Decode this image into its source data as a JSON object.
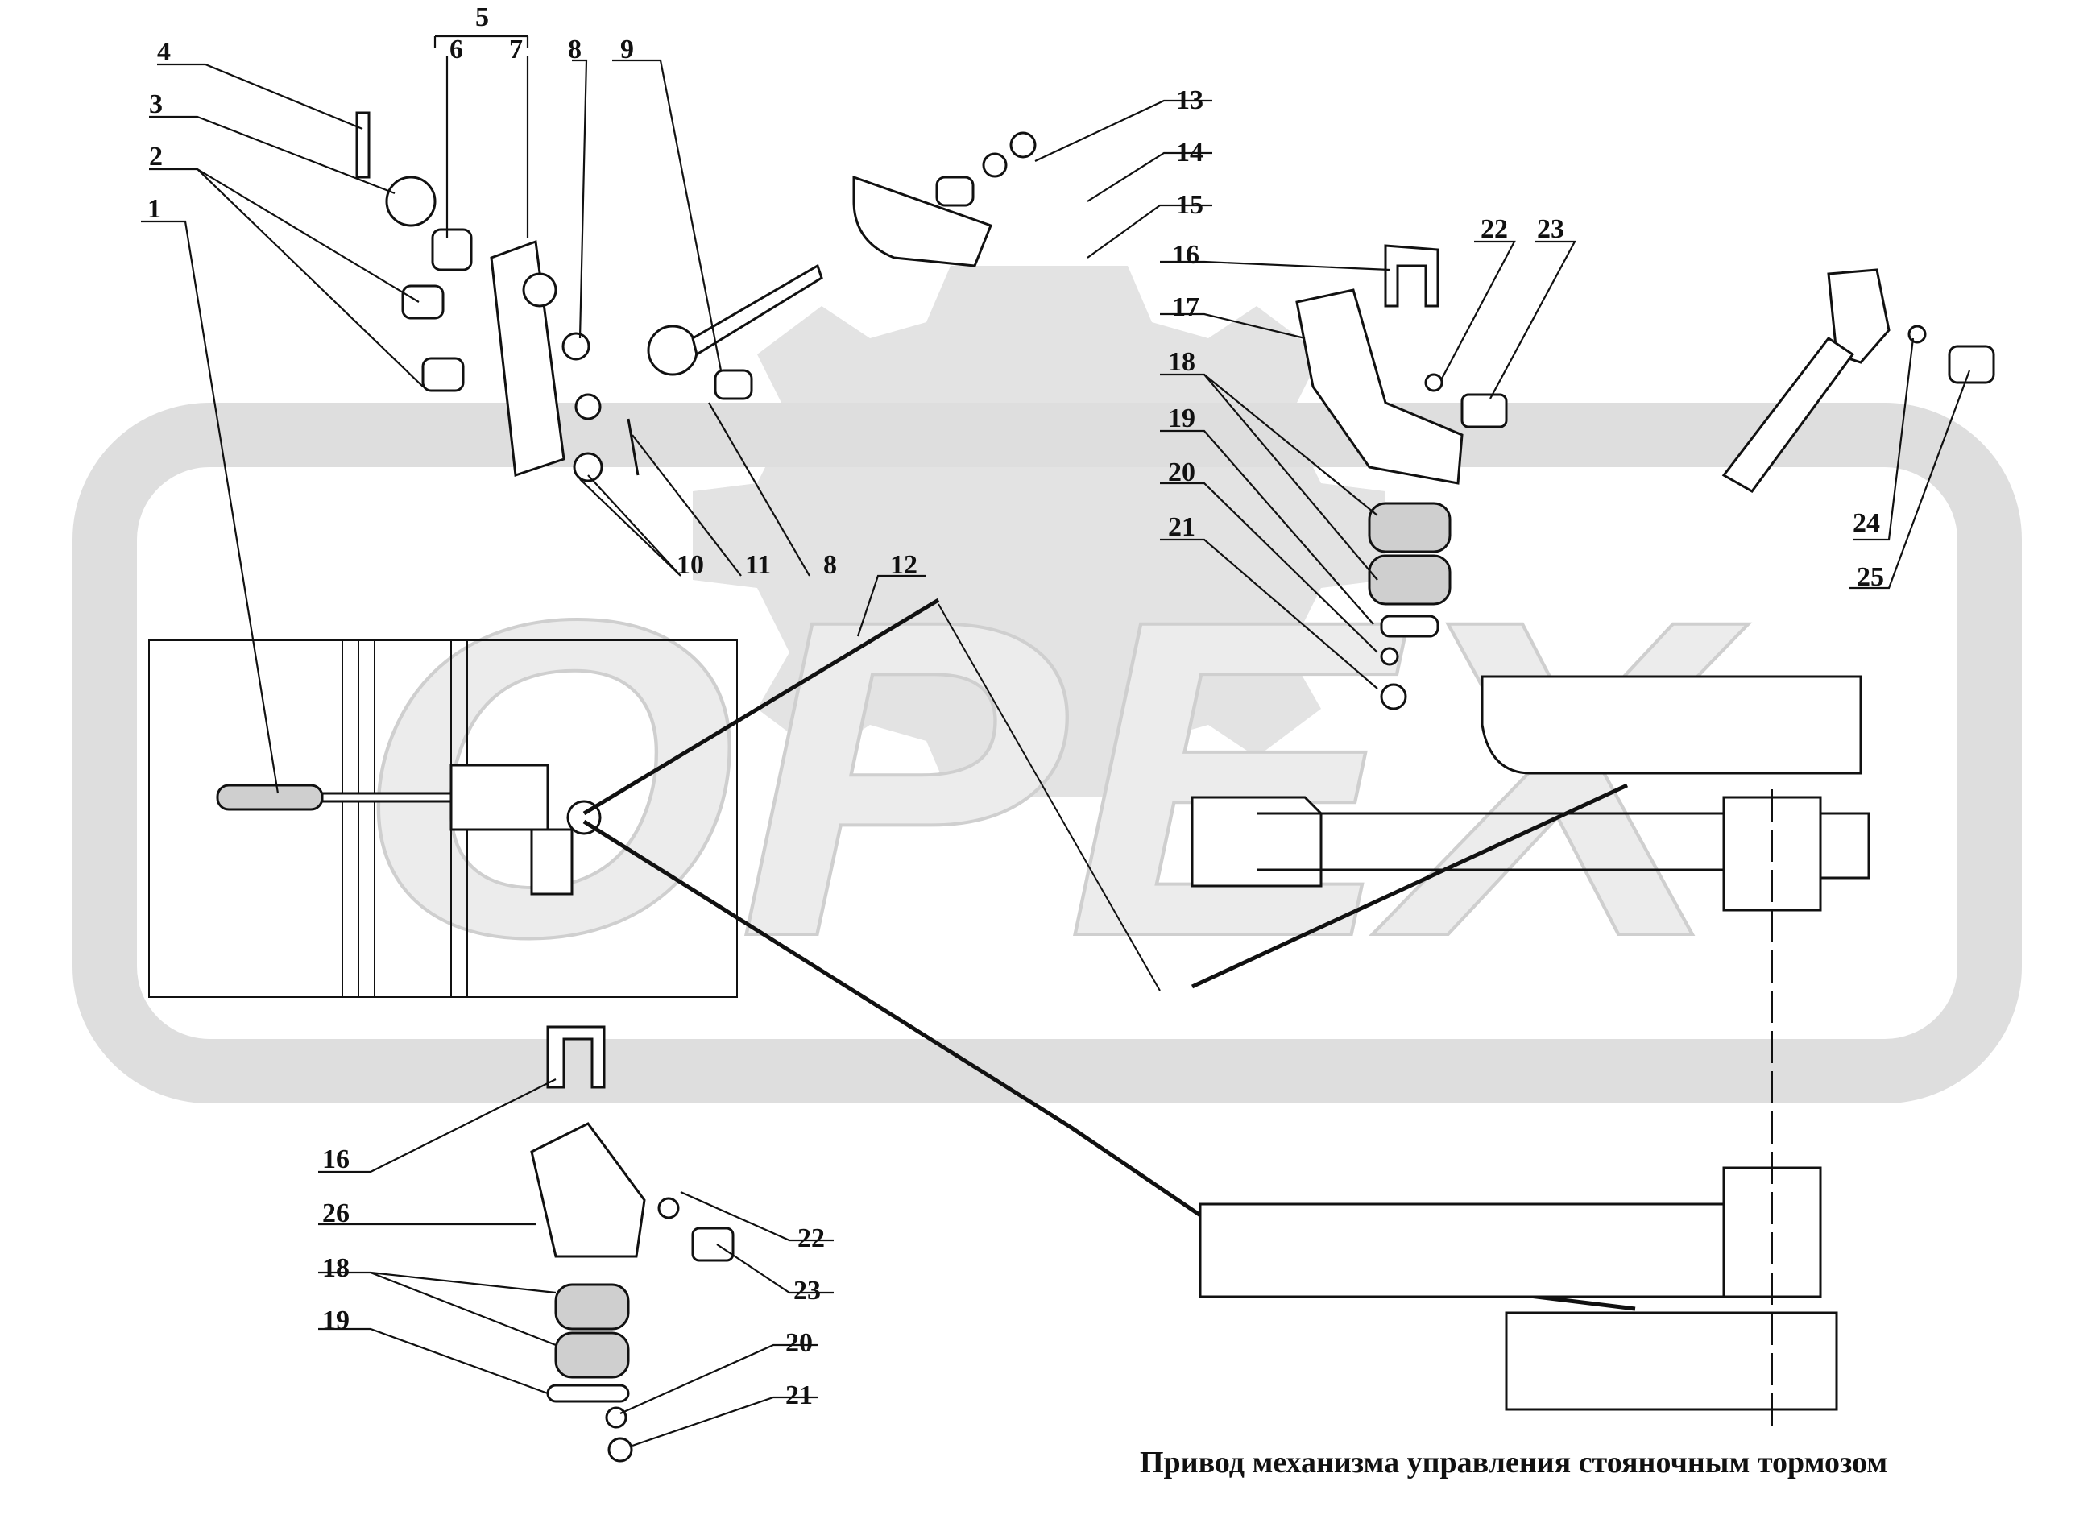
{
  "caption": "Привод механизма управления стояночным тормозом",
  "watermark": {
    "text": "OPEX",
    "color": "#e6e6e6"
  },
  "callouts": [
    {
      "id": "c1",
      "text": "1"
    },
    {
      "id": "c2",
      "text": "2"
    },
    {
      "id": "c3",
      "text": "3"
    },
    {
      "id": "c4",
      "text": "4"
    },
    {
      "id": "c5",
      "text": "5"
    },
    {
      "id": "c6",
      "text": "6"
    },
    {
      "id": "c7",
      "text": "7"
    },
    {
      "id": "c8a",
      "text": "8"
    },
    {
      "id": "c9",
      "text": "9"
    },
    {
      "id": "c10",
      "text": "10"
    },
    {
      "id": "c11",
      "text": "11"
    },
    {
      "id": "c8b",
      "text": "8"
    },
    {
      "id": "c12",
      "text": "12"
    },
    {
      "id": "c13",
      "text": "13"
    },
    {
      "id": "c14",
      "text": "14"
    },
    {
      "id": "c15",
      "text": "15"
    },
    {
      "id": "c16a",
      "text": "16"
    },
    {
      "id": "c17",
      "text": "17"
    },
    {
      "id": "c18a",
      "text": "18"
    },
    {
      "id": "c19a",
      "text": "19"
    },
    {
      "id": "c20a",
      "text": "20"
    },
    {
      "id": "c21a",
      "text": "21"
    },
    {
      "id": "c22a",
      "text": "22"
    },
    {
      "id": "c23a",
      "text": "23"
    },
    {
      "id": "c24",
      "text": "24"
    },
    {
      "id": "c25",
      "text": "25"
    },
    {
      "id": "c16b",
      "text": "16"
    },
    {
      "id": "c26",
      "text": "26"
    },
    {
      "id": "c18b",
      "text": "18"
    },
    {
      "id": "c19b",
      "text": "19"
    },
    {
      "id": "c22b",
      "text": "22"
    },
    {
      "id": "c23b",
      "text": "23"
    },
    {
      "id": "c20b",
      "text": "20"
    },
    {
      "id": "c21b",
      "text": "21"
    }
  ]
}
